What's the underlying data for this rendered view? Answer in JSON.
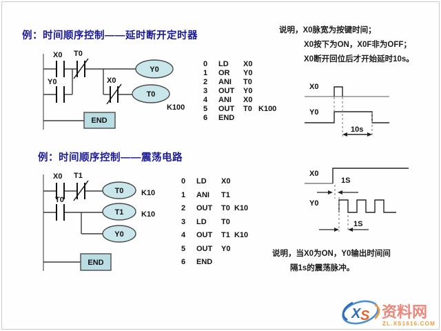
{
  "colors": {
    "title_navy": "#1a1a96",
    "coil_fill": "#c9e7ea",
    "end_fill": "#b9dde2",
    "outline": "#4a4a4a",
    "wire": "#3a3a3a",
    "rail_gray": "#808080",
    "wave_gray": "#909090",
    "logo_blue": "#4a8fd0",
    "logo_orange": "#f09a3c",
    "logo_salmon": "#e8897b"
  },
  "section1": {
    "title": "例：时间顺序控制——延时断开定时器",
    "ladder": {
      "contact1": "X0",
      "contact2": "T0",
      "contact3": "Y0",
      "contact4": "X0",
      "coil1": "Y0",
      "coil2": "T0",
      "coil2_const": "K100",
      "end_label": "END"
    },
    "instructions": [
      {
        "n": "0",
        "op": "LD",
        "args": "X0"
      },
      {
        "n": "1",
        "op": "OR",
        "args": "Y0"
      },
      {
        "n": "2",
        "op": "ANI",
        "args": "T0"
      },
      {
        "n": "3",
        "op": "OUT",
        "args": "Y0"
      },
      {
        "n": "4",
        "op": "ANI",
        "args": "X0"
      },
      {
        "n": "5",
        "op": "OUT",
        "args": "T0   K100"
      },
      {
        "n": "6",
        "op": "END",
        "args": ""
      }
    ],
    "note": {
      "line1": "说明，X0脉宽为按键时间；",
      "line2": "X0按下为ON，X0F非为OFF；",
      "line3": "X0断开回位后才开始延时10s。"
    },
    "timing": {
      "signal1": "X0",
      "signal2": "Y0",
      "delay_label": "10s"
    }
  },
  "section2": {
    "title": "例：时间顺序控制——震荡电路",
    "ladder": {
      "contact1": "X0",
      "contact2": "T1",
      "contact3": "T0",
      "coil1": "T0",
      "coil1_const": "K10",
      "coil2": "T1",
      "coil2_const": "K10",
      "coil3": "Y0",
      "end_label": "END"
    },
    "instructions": [
      {
        "n": "0",
        "op": "LD",
        "args": "X0"
      },
      {
        "n": "1",
        "op": "ANI",
        "args": "T1"
      },
      {
        "n": "2",
        "op": "OUT",
        "args": "T0  K10"
      },
      {
        "n": "3",
        "op": "LD",
        "args": "T0"
      },
      {
        "n": "4",
        "op": "OUT",
        "args": "T1  K10"
      },
      {
        "n": "5",
        "op": "OUT",
        "args": "Y0"
      },
      {
        "n": "6",
        "op": "END",
        "args": ""
      }
    ],
    "note": {
      "line1": "说明，当X0为ON，Y0输出时间间",
      "line2": "隔1s的震荡脉冲。"
    },
    "timing": {
      "signal1": "X0",
      "signal2": "Y0",
      "interval_top": "1S",
      "interval_bottom": "1S"
    }
  },
  "logo": {
    "monogram_x": "X",
    "monogram_s": "S",
    "site_name": "资料网",
    "site_url": "ZL.XS1616.COM"
  }
}
